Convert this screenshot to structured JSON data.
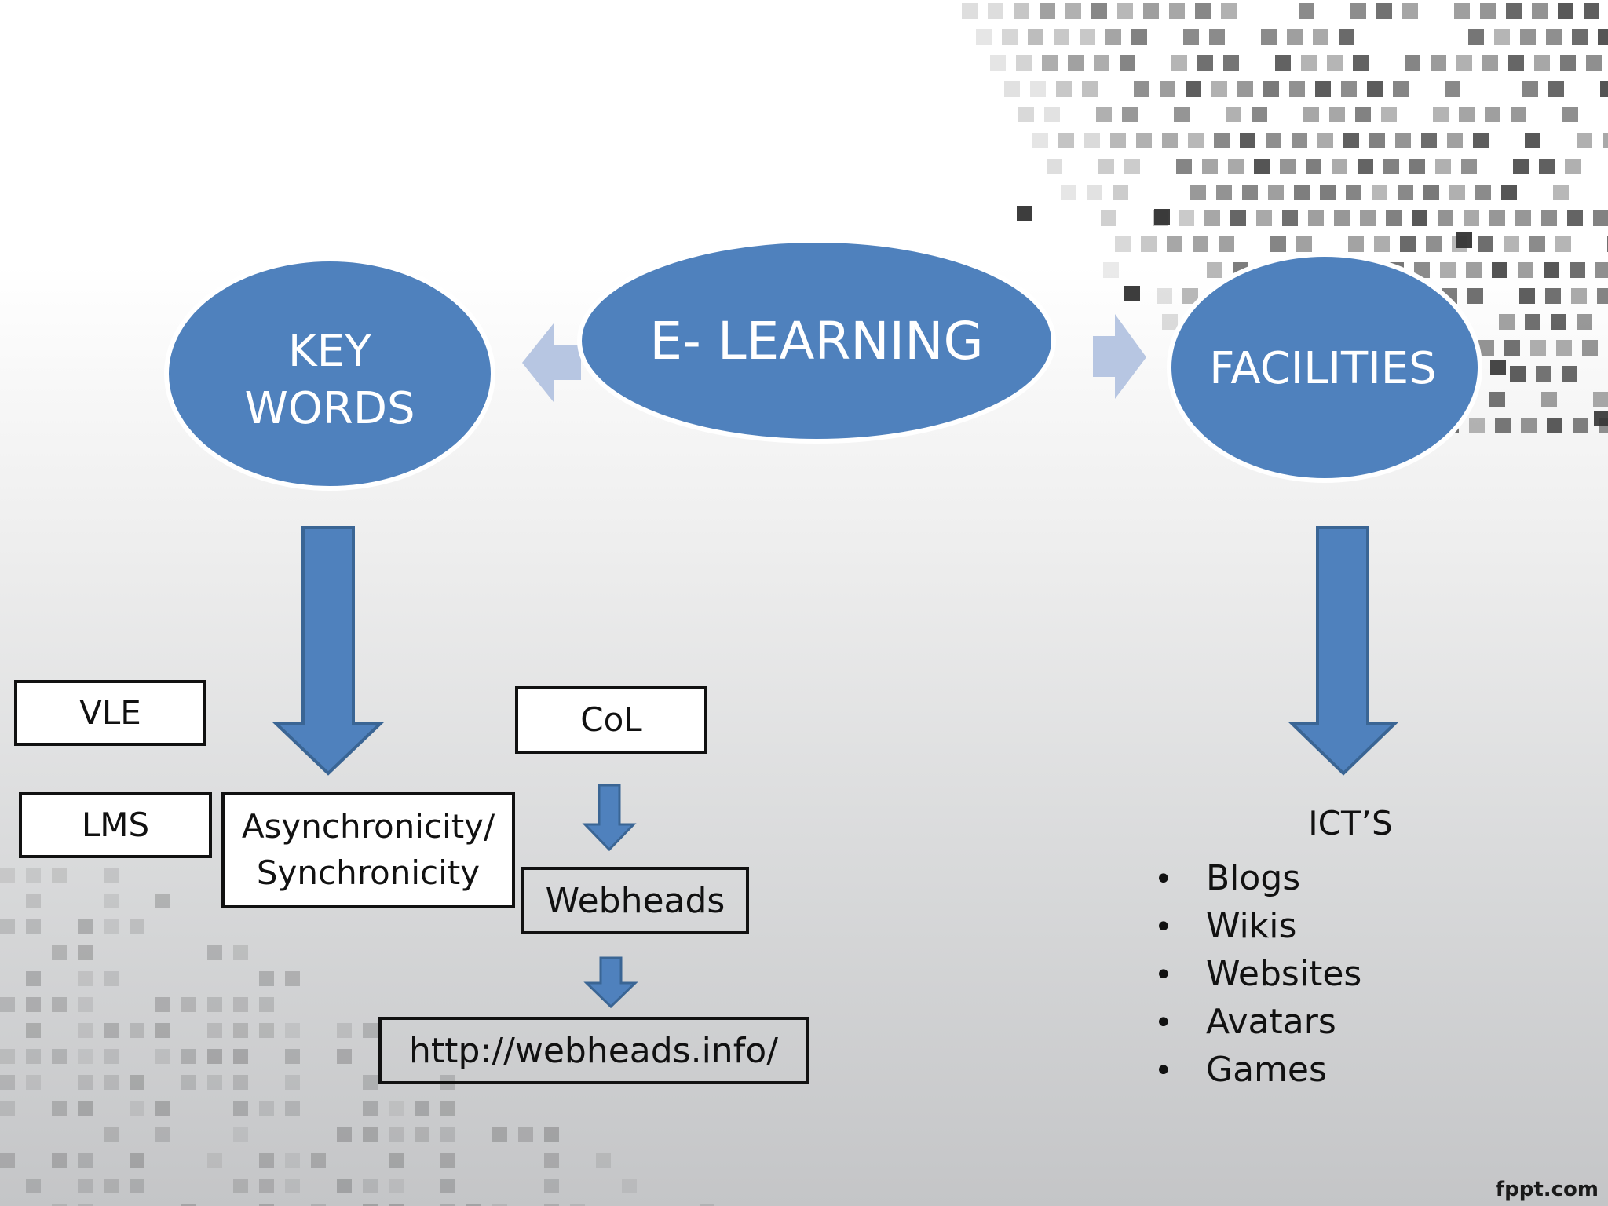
{
  "center_node": {
    "label": "E- LEARNING"
  },
  "left_node": {
    "label_line1": "KEY",
    "label_line2": "WORDS"
  },
  "right_node": {
    "label": "FACILITIES"
  },
  "keywords": {
    "vle": "VLE",
    "lms": "LMS",
    "async_line1": "Asynchronicity/",
    "async_line2": "Synchronicity",
    "col": "CoL",
    "webheads": "Webheads",
    "url": "http://webheads.info/"
  },
  "facilities": {
    "title": "ICT’S",
    "items": [
      "Blogs",
      "Wikis",
      "Websites",
      "Avatars",
      "Games"
    ]
  },
  "watermark": "fppt.com",
  "colors": {
    "node_fill": "#4f81bd",
    "node_border": "#ffffff",
    "arrow_fill": "#4f81bd",
    "arrow_stroke": "#3a6594",
    "light_arrow": "#b7c6e2",
    "box_border": "#111111"
  }
}
